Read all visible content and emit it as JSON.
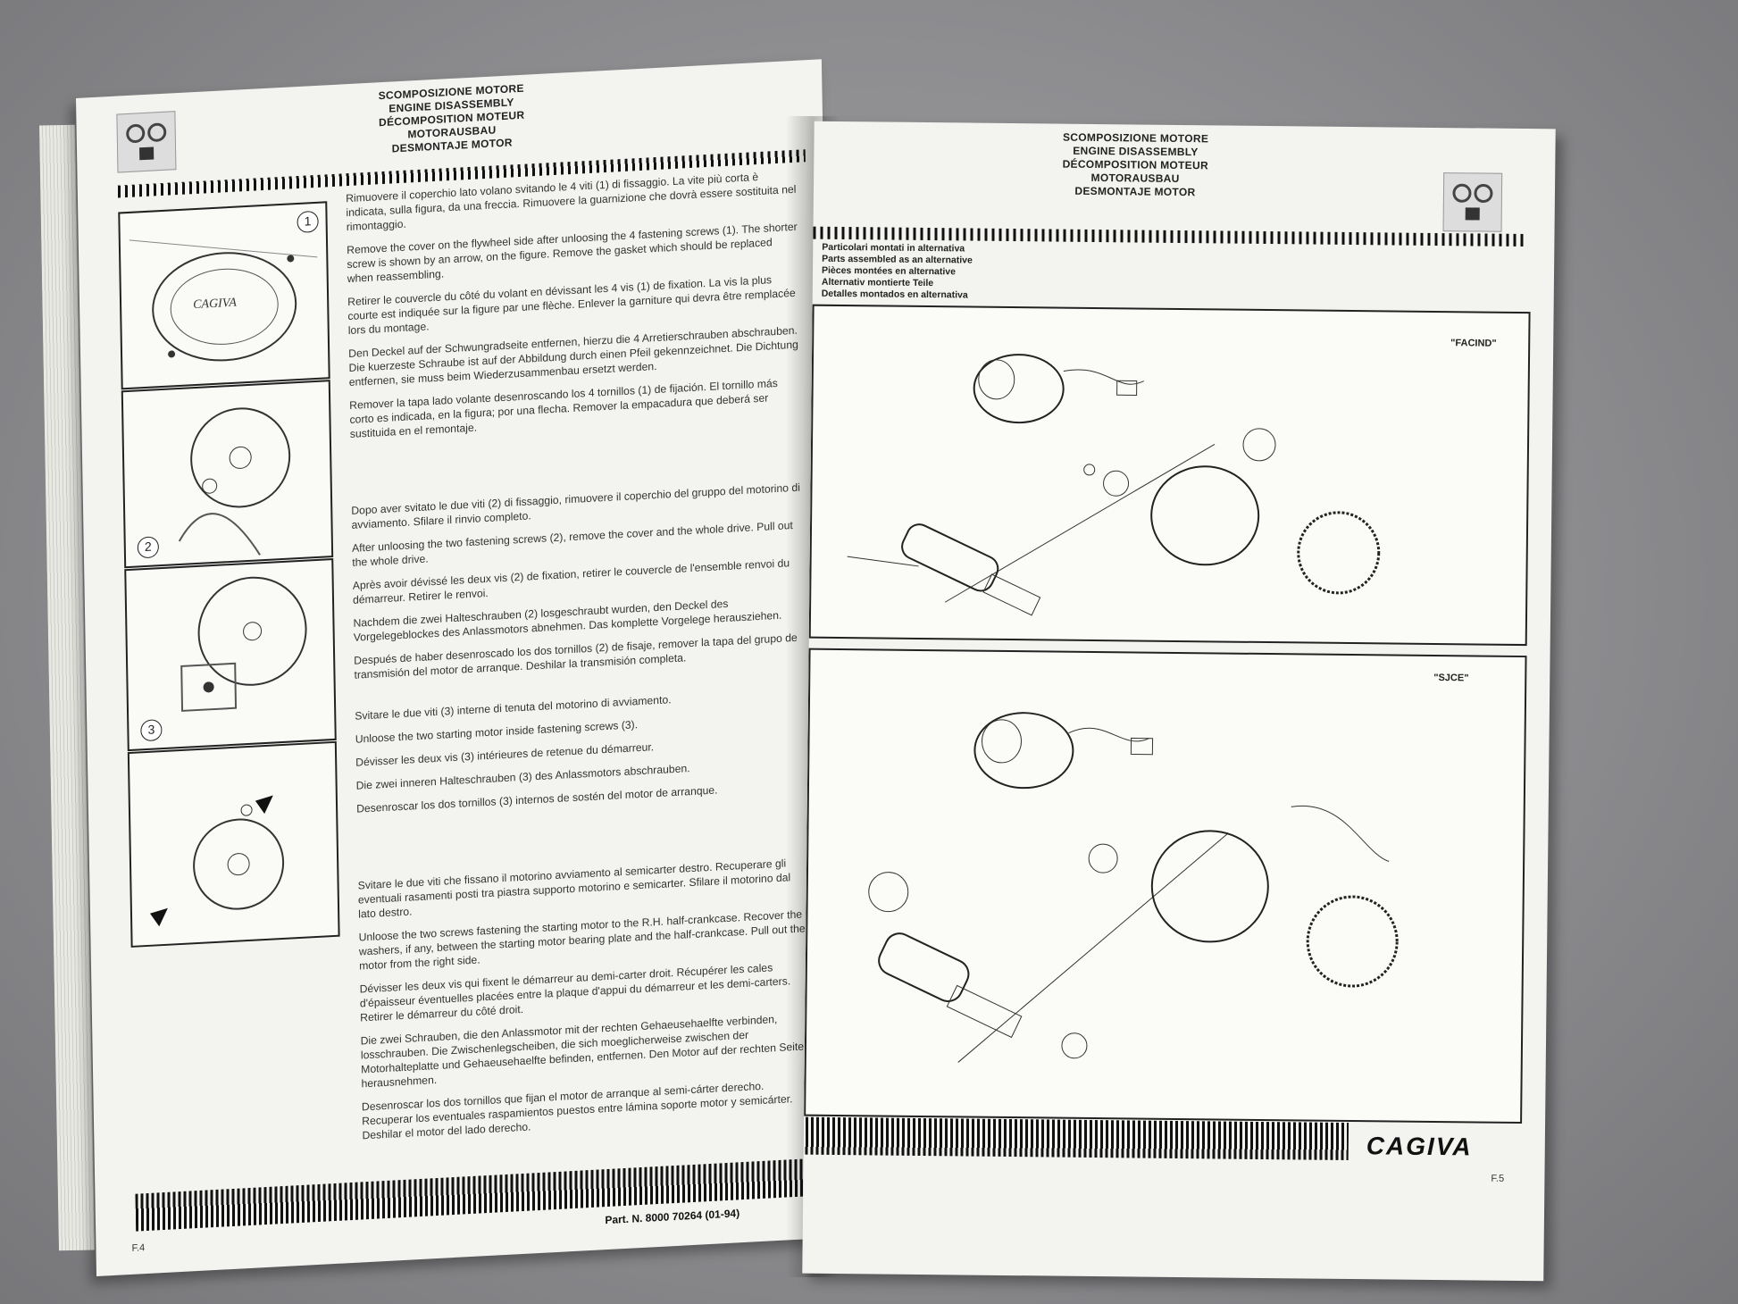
{
  "left_page": {
    "header": [
      "SCOMPOSIZIONE MOTORE",
      "ENGINE DISASSEMBLY",
      "DÉCOMPOSITION MOTEUR",
      "MOTORAUSBAU",
      "DESMONTAJE MOTOR"
    ],
    "figure_numbers": [
      "1",
      "2",
      "3"
    ],
    "step1": [
      "Rimuovere il coperchio lato volano svitando le 4 viti (1) di fissaggio. La vite più corta è indicata, sulla figura, da una freccia. Rimuovere la guarnizione che dovrà essere sostituita nel rimontaggio.",
      "Remove the cover on the flywheel side after unloosing the 4 fastening screws (1). The shorter screw is shown by an arrow, on the figure. Remove the gasket which should be replaced when reassembling.",
      "Retirer le couvercle du côté du volant en dévissant les 4 vis (1) de fixation. La vis la plus courte est indiquée sur la figure par une flèche. Enlever la garniture qui devra être remplacée lors du montage.",
      "Den Deckel auf der Schwungradseite entfernen, hierzu die 4 Arretierschrauben abschrauben. Die kuerzeste Schraube ist auf der Abbildung durch einen Pfeil gekennzeichnet. Die Dichtung entfernen, sie muss beim Wiederzusammenbau ersetzt werden.",
      "Remover la tapa lado volante desenroscando los 4 tornillos (1) de fijación. El tornillo más corto es indicada, en la figura; por una flecha. Remover la empacadura que deberá ser sustituida en el remontaje."
    ],
    "step2": [
      "Dopo aver svitato le due viti (2) di fissaggio, rimuovere il coperchio del gruppo del motorino di avviamento. Sfilare il rinvio completo.",
      "After unloosing the two fastening screws (2), remove the cover and the whole drive. Pull out the whole drive.",
      "Après avoir dévissé les deux vis (2) de fixation, retirer le couvercle de l'ensemble renvoi du démarreur. Retirer le renvoi.",
      "Nachdem die zwei Halteschrauben (2) losgeschraubt wurden, den Deckel des Vorgelegeblockes des Anlassmotors abnehmen. Das komplette Vorgelege herausziehen.",
      "Después de haber desenroscado los dos tornillos (2) de fisaje, remover la tapa del grupo de transmisión del motor de arranque. Deshilar la transmisión completa."
    ],
    "step3": [
      "Svitare le due viti (3) interne di tenuta del motorino di avviamento.",
      "Unloose the two starting motor inside fastening screws (3).",
      "Dévisser les deux vis (3) intérieures de retenue du démarreur.",
      "Die zwei inneren Halteschrauben (3) des Anlassmotors abschrauben.",
      "Desenroscar los dos tornillos (3) internos de sostén del motor de arranque."
    ],
    "step4": [
      "Svitare le due viti che fissano il motorino avviamento al semicarter destro. Recuperare gli eventuali rasamenti posti tra piastra supporto motorino e semicarter. Sfilare il motorino dal lato destro.",
      "Unloose the two screws fastening the starting motor to the R.H. half-crankcase. Recover the washers, if any, between the starting motor bearing plate and the half-crankcase. Pull out the motor from the right side.",
      "Dévisser les deux vis qui fixent le démarreur au demi-carter droit. Récupérer les cales d'épaisseur éventuelles placées entre la plaque d'appui du démarreur et les demi-carters. Retirer le démarreur du côté droit.",
      "Die zwei Schrauben, die den Anlassmotor mit der rechten Gehaeusehaelfte verbinden, losschrauben. Die Zwischenlegscheiben, die sich moeglicherweise zwischen der Motorhalteplatte und Gehaeusehaelfte befinden, entfernen. Den Motor auf der rechten Seite herausnehmen.",
      "Desenroscar los dos tornillos que fijan el motor de arranque al semi-cárter derecho. Recuperar los eventuales raspamientos puestos entre lámina soporte motor y semicárter. Deshilar el motor del lado derecho."
    ],
    "page_number": "F.4",
    "part_number": "Part. N. 8000 70264 (01-94)"
  },
  "right_page": {
    "header": [
      "SCOMPOSIZIONE MOTORE",
      "ENGINE DISASSEMBLY",
      "DÉCOMPOSITION MOTEUR",
      "MOTORAUSBAU",
      "DESMONTAJE MOTOR"
    ],
    "alt_parts": [
      "Particolari montati in alternativa",
      "Parts assembled as an alternative",
      "Pièces montées en alternative",
      "Alternativ montierte Teile",
      "Detalles montados en alternativa"
    ],
    "variant_top": "\"FACIND\"",
    "variant_bottom": "\"SJCE\"",
    "brand": "CAGIVA",
    "page_number": "F.5"
  },
  "colors": {
    "paper": "#f3f3ef",
    "ink": "#222222",
    "table": "#8d8d90"
  }
}
